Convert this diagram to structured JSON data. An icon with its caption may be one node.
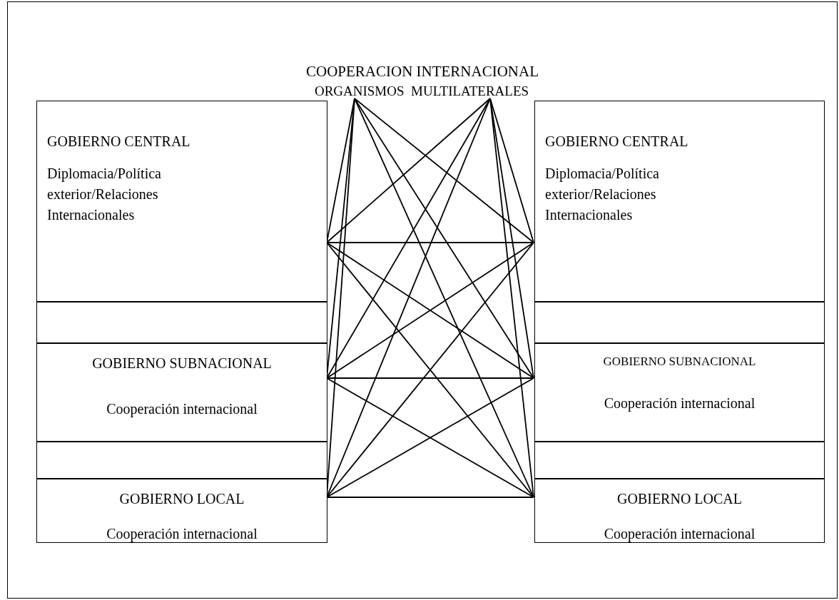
{
  "diagram": {
    "nodes": [
      {
        "text": [
          "COOPERACION INTERNACIONAL"
        ]
      },
      {
        "text": [
          "ORGANISMOS  MULTILATERALES"
        ],
        "in": 0
      },
      {
        "text": [
          "GOBIERNO CENTRAL",
          "Diplomacia/Política exterior/Relaciones Internacionales"
        ],
        "in": 0
      },
      {
        "text": [],
        "shape": "box",
        "in": 0
      },
      {
        "text": [
          "GOBIERNO SUBNACIONAL",
          "Cooperación internacional"
        ],
        "in": 0
      },
      {
        "text": [],
        "shape": "box",
        "in": 0
      },
      {
        "text": [
          "GOBIERNO LOCAL",
          "Cooperación internacional"
        ],
        "in": 0
      },
      {
        "text": [
          "GOBIERNO CENTRAL",
          "Diplomacia/Política exterior/Relaciones Internacionales"
        ],
        "in": 0
      },
      {
        "text": [],
        "shape": "box",
        "in": 0
      },
      {
        "text": [
          "GOBIERNO SUBNACIONAL",
          "Cooperación internacional"
        ],
        "in": 0
      },
      {
        "text": [],
        "shape": "box",
        "in": 0
      },
      {
        "text": [
          "GOBIERNO LOCAL",
          "Cooperación internacional"
        ],
        "in": 0
      }
    ],
    "edges": [
      {
        "from": 1,
        "to": 2,
        "arrow": "none"
      },
      {
        "from": 1,
        "to": 4,
        "arrow": "none"
      },
      {
        "from": 1,
        "to": 6,
        "arrow": "none"
      },
      {
        "from": 1,
        "to": 7,
        "arrow": "none"
      },
      {
        "from": 1,
        "to": 9,
        "arrow": "none"
      },
      {
        "from": 1,
        "to": 11,
        "arrow": "none"
      },
      {
        "from": 1,
        "to": 2,
        "arrow": "none"
      },
      {
        "from": 1,
        "to": 4,
        "arrow": "none"
      },
      {
        "from": 1,
        "to": 6,
        "arrow": "none"
      },
      {
        "from": 1,
        "to": 7,
        "arrow": "none"
      },
      {
        "from": 1,
        "to": 9,
        "arrow": "none"
      },
      {
        "from": 1,
        "to": 11,
        "arrow": "none"
      },
      {
        "from": 2,
        "to": 7,
        "arrow": "none"
      },
      {
        "from": 2,
        "to": 9,
        "arrow": "none"
      },
      {
        "from": 2,
        "to": 11,
        "arrow": "none"
      },
      {
        "from": 4,
        "to": 7,
        "arrow": "none"
      },
      {
        "from": 4,
        "to": 9,
        "arrow": "none"
      },
      {
        "from": 4,
        "to": 11,
        "arrow": "none"
      },
      {
        "from": 6,
        "to": 7,
        "arrow": "none"
      },
      {
        "from": 6,
        "to": 9,
        "arrow": "none"
      },
      {
        "from": 6,
        "to": 11,
        "arrow": "none"
      }
    ]
  }
}
